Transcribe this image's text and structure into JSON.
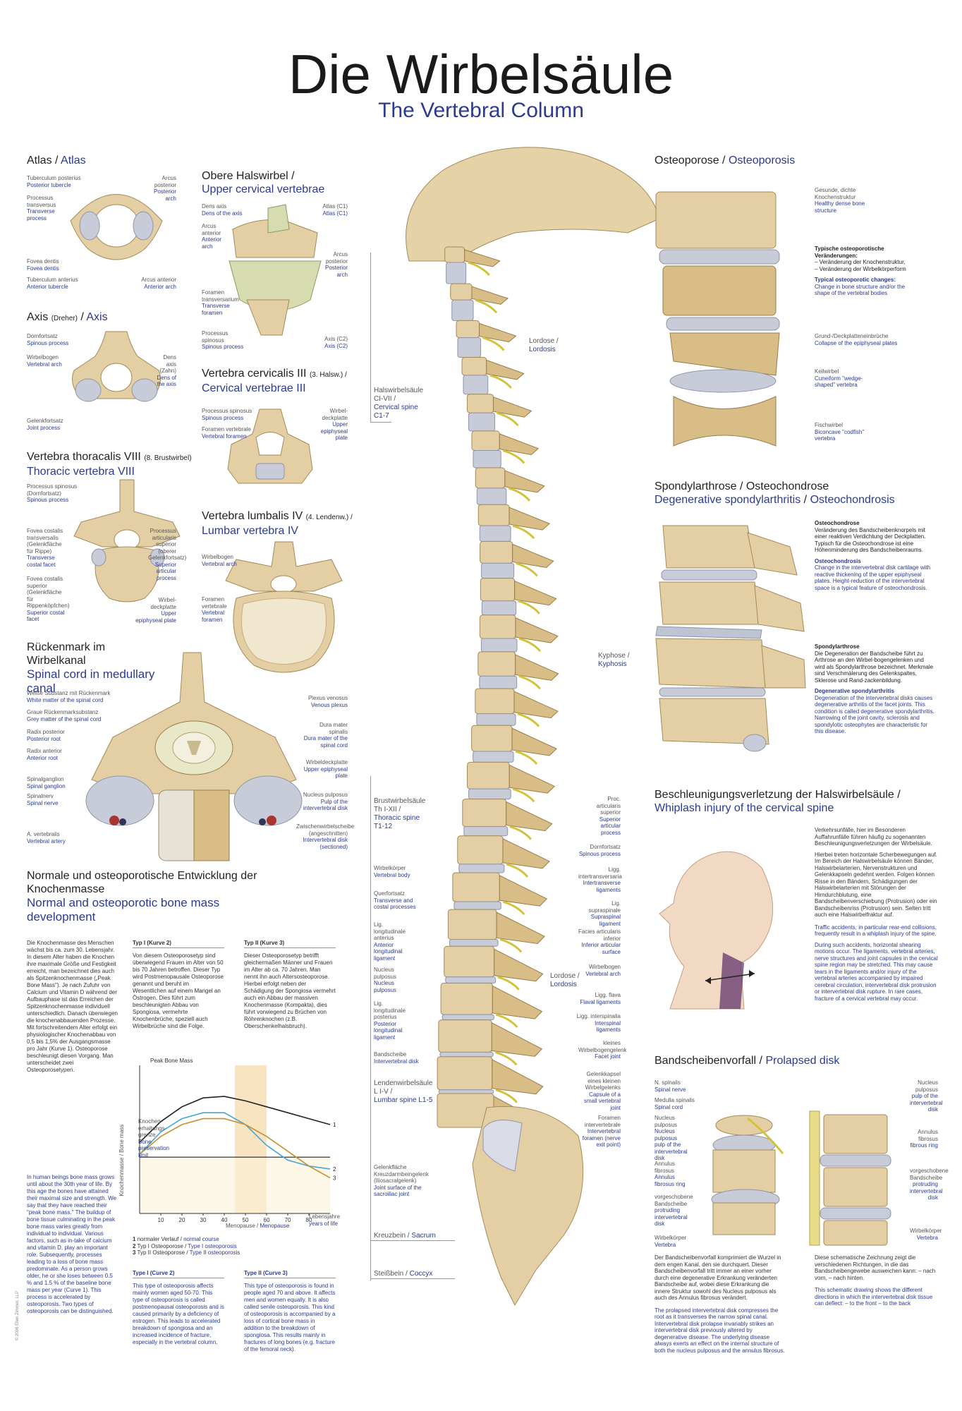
{
  "title": {
    "de": "Die Wirbelsäule",
    "en": "The Vertebral Column"
  },
  "atlas": {
    "title_de": "Atlas",
    "title_en": "Atlas",
    "labels": [
      {
        "de": "Tuberculum posterius",
        "en": "Posterior tubercle"
      },
      {
        "de": "Processus transversus",
        "en": "Transverse process"
      },
      {
        "de": "Fovea dentis",
        "en": "Fovea dentis"
      },
      {
        "de": "Tuberculum anterius",
        "en": "Anterior tubercle"
      },
      {
        "de": "Arcus posterior",
        "en": "Posterior arch"
      },
      {
        "de": "Arcus anterior",
        "en": "Anterior arch"
      }
    ]
  },
  "axis": {
    "title_de": "Axis",
    "title_note": "(Dreher)",
    "title_en": "Axis",
    "labels": [
      {
        "de": "Dornfortsatz",
        "en": "Spinous process"
      },
      {
        "de": "Wirbelbogen",
        "en": "Vertebral arch"
      },
      {
        "de": "Gelenkfortsatz",
        "en": "Joint process"
      },
      {
        "de": "Dens axis (Zahn)",
        "en": "Dens of the axis"
      }
    ]
  },
  "upper_cervical": {
    "title_de": "Obere Halswirbel /",
    "title_en": "Upper cervical vertebrae",
    "labels": [
      {
        "de": "Dens axis",
        "en": "Dens of the axis"
      },
      {
        "de": "Arcus anterior",
        "en": "Anterior arch"
      },
      {
        "de": "Foramen transversarium",
        "en": "Transverse foramen"
      },
      {
        "de": "Processus spinosus",
        "en": "Spinous process"
      },
      {
        "de": "Atlas (C1)",
        "en": "Atlas (C1)"
      },
      {
        "de": "Arcus posterior",
        "en": "Posterior arch"
      },
      {
        "de": "Axis (C2)",
        "en": "Axis (C2)"
      }
    ]
  },
  "cervical3": {
    "title_de": "Vertebra cervicalis III",
    "title_note": "(3. Halsw.) /",
    "title_en": "Cervical vertebrae III",
    "labels": [
      {
        "de": "Processus spinosus",
        "en": "Spinous process"
      },
      {
        "de": "Foramen vertebrale",
        "en": "Vertebral foramen"
      },
      {
        "de": "Wirbel-deckplatte",
        "en": "Upper epiphyseal plate"
      }
    ]
  },
  "thoracic8": {
    "title_de": "Vertebra thoracalis VIII",
    "title_note": "(8. Brustwirbel)",
    "title_en": "Thoracic vertebra VIII",
    "labels": [
      {
        "de": "Processus spinosus (Dornfortsatz)",
        "en": "Spinous process"
      },
      {
        "de": "Fovea costalis transversalis (Gelenkfläche für Rippe)",
        "en": "Transverse costal facet"
      },
      {
        "de": "Fovea costalis superior (Gelenkfläche für Rippenköpfchen)",
        "en": "Superior costal facet"
      },
      {
        "de": "Processus articularis superior (oberer Gelenkfortsatz)",
        "en": "Superior articular process"
      },
      {
        "de": "Wirbel-deckplatte",
        "en": "Upper epiphyseal plate"
      }
    ]
  },
  "lumbar4": {
    "title_de": "Vertebra lumbalis IV",
    "title_note": "(4. Lendenw.) /",
    "title_en": "Lumbar vertebra IV",
    "labels": [
      {
        "de": "Wirbelbogen",
        "en": "Vertebral arch"
      },
      {
        "de": "Foramen vertebrale",
        "en": "Vertebral foramen"
      }
    ]
  },
  "spinal_cord": {
    "title_de": "Rückenmark im Wirbelkanal",
    "title_en": "Spinal cord in medullary canal",
    "left_labels": [
      {
        "de": "Weiße Substanz mit Rückenmark",
        "en": "White matter of the spinal cord"
      },
      {
        "de": "Graue Rückenmarksubstanz",
        "en": "Grey matter of the spinal cord"
      },
      {
        "de": "Radix posterior",
        "en": "Posterior root"
      },
      {
        "de": "Radix anterior",
        "en": "Anterior root"
      },
      {
        "de": "Spinalganglion",
        "en": "Spinal ganglion"
      },
      {
        "de": "Spinalnerv",
        "en": "Spinal nerve"
      },
      {
        "de": "A. vertebralis",
        "en": "Vertebral artery"
      }
    ],
    "right_labels": [
      {
        "de": "Plexus venosus",
        "en": "Venous plexus"
      },
      {
        "de": "Dura mater spinalis",
        "en": "Dura mater of the spinal cord"
      },
      {
        "de": "Wirbeldeckplatte",
        "en": "Upper epiphyseal plate"
      },
      {
        "de": "Nucleus pulposus",
        "en": "Pulp of the intervertebral disk"
      },
      {
        "de": "Zwischenwirbelscheibe (angeschnitten)",
        "en": "Intervertebral disk (sectioned)"
      }
    ]
  },
  "bone_mass": {
    "title_de": "Normale und osteoporotische Entwicklung der Knochenmasse",
    "title_en": "Normal and osteoporotic bone mass development",
    "intro_de": "Die Knochenmasse des Menschen wächst bis ca. zum 30. Lebensjahr. In diesem Alter haben die Knochen ihre maximale Größe und Festigkeit erreicht, man bezeichnet dies auch als Spitzenknochenmasse („Peak Bone Mass\"). Je nach Zufuhr von Calcium und Vitamin D während der Aufbauphase ist das Erreichen der Spitzenknochenmasse individuell unterschiedlich. Danach überwiegen die knochenabbauenden Prozesse. Mit fortschreitendem Alter erfolgt ein physiologischer Knochenabbau von 0,5 bis 1,5% der Ausgangsmasse pro Jahr (Kurve 1). Osteoporose beschleunigt diesen Vorgang. Man unterscheidet zwei Osteoporosetypen.",
    "type1_title_de": "Typ I (Kurve 2)",
    "type1_de": "Von diesem Osteoporosetyp sind überwiegend Frauen im Alter von 50 bis 70 Jahren betroffen. Dieser Typ wird Postmenopausale Osteoporose genannt und beruht im Wesentlichen auf einem Mangel an Östrogen. Dies führt zum beschleunigten Abbau von Spongiosa, vermehrte Knochenbrüche, speziell auch Wirbelbrüche sind die Folge.",
    "type2_title_de": "Typ II (Kurve 3)",
    "type2_de": "Dieser Osteoporosetyp betrifft gleichermaßen Männer und Frauen im Alter ab ca. 70 Jahren. Man nennt ihn auch Altersosteoporose. Hierbei erfolgt neben der Schädigung der Spongiosa vermehrt auch ein Abbau der massiven Knochenmasse (Kompakta), dies führt vorwiegend zu Brüchen von Röhrenknochen (z.B. Oberschenkelhalsbruch).",
    "intro_en": "In human beings bone mass grows until about the 30th year of life. By this age the bones have attained their maximal size and strength. We say that they have reached their \"peak bone mass.\" The buildup of bone tissue culminating in the peak bone mass varies greatly from individual to individual. Various factors, such as in-take of calcium and vitamin D, play an important role. Subsequently, processes leading to a loss of bone mass predominate. As a person grows older, he or she loses between 0.5 % and 1.5 % of the baseline bone mass per year (Curve 1). This process is accelerated by osteoporosis. Two types of osteoporosis can be distinguished.",
    "type1_title_en": "Type I (Curve 2)",
    "type1_en": "This type of osteoporosis affects mainly women aged 50-70. This type of osteoporosis is called postmenopausal osteoporosis and is caused primarily by a deficiency of estrogen. This leads to accelerated breakdown of spongiosa and an increased incidence of fracture, especially in the vertebral column.",
    "type2_title_en": "Type II (Curve 3)",
    "type2_en": "This type of osteoporosis is found in people aged 70 and above. It affects men and women equally. It is also called senile osteoporosis. This kind of osteoporosis is accompanied by a loss of cortical bone mass in addition to the breakdown of spongiosa. This results mainly in fractures of long bones (e.g. fracture of the femoral neck).",
    "legend": [
      {
        "num": "1",
        "de": "normaler Verlauf /",
        "en": "normal course"
      },
      {
        "num": "2",
        "de": "Typ I Osteoporose /",
        "en": "Type I osteoporosis"
      },
      {
        "num": "3",
        "de": "Typ II Osteoporose /",
        "en": "Type II osteoporosis"
      }
    ]
  },
  "chart_data": {
    "type": "line",
    "title": "Peak Bone Mass",
    "xlabel_de": "Menopause /",
    "xlabel_en": "Menopause",
    "xlabel_right_de": "Lebensjahre",
    "xlabel_right_en": "years of life",
    "ylabel": "Knochenmasse / Bone mass",
    "threshold_label_de": "Knochen-erhaltungs-grenze",
    "threshold_label_en": "Bone preservation limit",
    "x": [
      0,
      10,
      20,
      30,
      40,
      50,
      60,
      70,
      80,
      90
    ],
    "xticks": [
      10,
      20,
      30,
      40,
      50,
      60,
      70,
      80
    ],
    "xlim": [
      0,
      90
    ],
    "ylim": [
      0,
      100
    ],
    "threshold": 38,
    "menopause_band": [
      45,
      60
    ],
    "series": [
      {
        "name": "1",
        "color": "#222222",
        "values": [
          48,
          62,
          72,
          78,
          79,
          76,
          72,
          68,
          64,
          60
        ]
      },
      {
        "name": "2",
        "color": "#40a8d8",
        "values": [
          40,
          55,
          64,
          68,
          68,
          60,
          46,
          36,
          32,
          30
        ]
      },
      {
        "name": "3",
        "color": "#c8902a",
        "values": [
          40,
          52,
          60,
          64,
          64,
          60,
          52,
          42,
          32,
          24
        ]
      }
    ]
  },
  "spine": {
    "curves": [
      {
        "de": "Lordose /",
        "en": "Lordosis"
      },
      {
        "de": "Kyphose /",
        "en": "Kyphosis"
      },
      {
        "de": "Lordose /",
        "en": "Lordosis"
      }
    ],
    "regions": [
      {
        "de": "Halswirbelsäule CI-VII /",
        "en": "Cervical spine C1-7"
      },
      {
        "de": "Brustwirbelsäule Th I-XII /",
        "en": "Thoracic spine T1-12"
      },
      {
        "de": "Lendenwirbelsäule L I-V /",
        "en": "Lumbar spine L1-5"
      },
      {
        "de": "Kreuzbein /",
        "en": "Sacrum"
      },
      {
        "de": "Steißbein /",
        "en": "Coccyx"
      }
    ],
    "left_labels": [
      {
        "de": "Wirbelkörper",
        "en": "Vertebral body"
      },
      {
        "de": "Querfortsatz",
        "en": "Transverse and costal processes"
      },
      {
        "de": "Lig. longitudinale anterius",
        "en": "Anterior longitudinal ligament"
      },
      {
        "de": "Nucleus pulposus",
        "en": "Nucleus pulposus"
      },
      {
        "de": "Lig. longitudinale posterius",
        "en": "Posterior longitudinal ligament"
      },
      {
        "de": "Bandscheibe",
        "en": "Intervertebral disk"
      },
      {
        "de": "Gelenkfläche Kreuzdarmbeingelenk (Iliosacralgelenk)",
        "en": "Joint surface of the sacroiliac joint"
      }
    ],
    "right_labels": [
      {
        "de": "Proc. articularis superior",
        "en": "Superior articular process"
      },
      {
        "de": "Dornfortsatz",
        "en": "Spinous process"
      },
      {
        "de": "Ligg. intertransversaria",
        "en": "Intertransverse ligaments"
      },
      {
        "de": "Lig. supraspinale",
        "en": "Supraspinal ligament"
      },
      {
        "de": "Facies articularis inferior",
        "en": "Inferior articular surface"
      },
      {
        "de": "Wirbelbogen",
        "en": "Vertebral arch"
      },
      {
        "de": "Ligg. flava",
        "en": "Flaval ligaments"
      },
      {
        "de": "Ligg. interspinalia",
        "en": "Interspinal ligaments"
      },
      {
        "de": "kleines Wirbelbogengelenk",
        "en": "Facet joint"
      },
      {
        "de": "Gelenkkapsel eines kleinen Wirbelgelenks",
        "en": "Capsule of a small vertebral joint"
      },
      {
        "de": "Foramen intervertebrale",
        "en": "Intervertebral foramen (nerve exit point)"
      }
    ]
  },
  "osteoporosis": {
    "title_de": "Osteoporose /",
    "title_en": "Osteoporosis",
    "labels": [
      {
        "de": "Gesunde, dichte Knochenstruktur",
        "en": "Healthy dense bone structure"
      },
      {
        "de": "Grund-/Deckplatteneinbrüche",
        "en": "Collapse of the epiphyseal plates"
      },
      {
        "de": "Keilwirbel",
        "en": "Cuneiform \"wedge-shaped\" vertebra"
      },
      {
        "de": "Fischwirbel",
        "en": "Biconcave \"codfish\" vertebra"
      }
    ],
    "changes_de_title": "Typische osteoporotische Veränderungen:",
    "changes_de": [
      "– Veränderung der Knochenstruktur,",
      "– Veränderung der Wirbelkörperform"
    ],
    "changes_en_title": "Typical osteoporotic changes:",
    "changes_en": "Change in bone structure and/or the shape of the vertebral bodies"
  },
  "spondyl": {
    "title_de": "Spondylarthrose / Osteochondrose",
    "title_en1": "Degenerative spondylarthritis",
    "title_en2": "Osteochondrosis",
    "oc_title_de": "Osteochondrose",
    "oc_de": "Veränderung des Bandscheibenknorpels mit einer reaktiven Verdichtung der Deckplatten. Typisch für die Osteochondrose ist eine Höhenminderung des Bandscheibenraums.",
    "oc_title_en": "Osteochondrosis",
    "oc_en": "Change in the intervertebral disk cartilage with reactive thickening of the upper epiphyseal plates. Height-reduction of the intervertebral space is a typical feature of osteochondrosis.",
    "sp_title_de": "Spondylarthrose",
    "sp_de": "Die Degeneration der Bandscheibe führt zu Arthrose an den Wirbel-bogengelenken und wird als Spondylarthrose bezeichnet. Merkmale sind Verschmälerung des Gelenkspaltes, Sklerose und Rand-zackenbildung.",
    "sp_title_en": "Degenerative spondylarthritis",
    "sp_en": "Degeneration of the intervertebral disks causes degenerative arthritis of the facet joints. This condition is called degenerative spondylarthritis. Narrowing of the joint cavity, sclerosis and spondylotic osteophytes are characteristic for this disease."
  },
  "whiplash": {
    "title_de": "Beschleunigungsverletzung der Halswirbelsäule /",
    "title_en": "Whiplash injury of the cervical spine",
    "p1_de": "Verkehrsunfälle, hier im Besonderen Auffahrunfälle führen häufig zu sogenannten Beschleunigungsverletzungen der Wirbelsäule.",
    "p2_de": "Hierbei treten horizontale Scherbewegungen auf. Im Bereich der Halswirbelsäule können Bänder, Halswirbelarterien, Nervenstrukturen und Gelenkkapseln gedehnt werden. Folgen können Risse in den Bändern, Schädigungen der Halswirbelarterien mit Störungen der Hirndurchblutung, eine Bandscheibenverschiebung (Protrusion) oder ein Bandscheibenriss (Protrusion) sein. Selten tritt auch eine Halswirbelfraktur auf.",
    "p1_en": "Traffic accidents, in particular rear-end collisions, frequently result in a whiplash injury of the spine.",
    "p2_en": "During such accidents, horizontal shearing motions occur. The ligaments, vertebral arteries, nerve structures and joint capsules in the cervical spine region may be stretched. This may cause tears in the ligaments and/or injury of the vertebral arteries accompanied by impaired cerebral circulation, intervertebral disk protrusion or intervertebral disk rupture. In rare cases, fracture of a cervical vertebral may occur."
  },
  "prolapse": {
    "title_de": "Bandscheibenvorfall /",
    "title_en": "Prolapsed disk",
    "left_labels": [
      {
        "de": "N. spinalis",
        "en": "Spinal nerve"
      },
      {
        "de": "Medulla spinalis",
        "en": "Spinal cord"
      },
      {
        "de": "Nucleus pulposus",
        "en": "Nucleus pulposus pulp of the intervertebral disk"
      },
      {
        "de": "Annulus fibrosus",
        "en": "Annulus fibrosus ring"
      },
      {
        "de": "vorgeschobene Bandscheibe",
        "en": "protruding intervertebral disk"
      },
      {
        "de": "Wirbelkörper",
        "en": "Vertebra"
      }
    ],
    "right_labels": [
      {
        "de": "Nucleus pulposus",
        "en": "pulp of the intervertebral disk"
      },
      {
        "de": "Annulus fibrosus",
        "en": "fibrous ring"
      },
      {
        "de": "vorgeschobene Bandscheibe",
        "en": "protruding intervertebral disk"
      },
      {
        "de": "Wirbelkörper",
        "en": "Vertebra"
      }
    ],
    "p1_de": "Der Bandscheibenvorfall komprimiert die Wurzel in dem engen Kanal, den sie durchquert. Dieser Bandscheibenvorfall tritt immer an einer vorher durch eine degenerative Erkrankung veränderten Bandscheibe auf, wobei diese Erkrankung die innere Struktur sowohl des Nucleus pulposus als auch des Annulus fibrosus verändert.",
    "p2_de": "Diese schematische Zeichnung zeigt die verschiedenen Richtungen, in die das Bandscheibengewebe ausweichen kann: – nach vorn, – nach hinten.",
    "p1_en": "The prolapsed intervertebral disk compresses the root as it transverses the narrow spinal canal. Intervertebral disk prolapse invariably strikes an intervertebral disk previously altered by degenerative disease. The underlying disease always exerts an effect on the internal structure of both the nucleus pulposus and the annulus fibrosus.",
    "p2_en": "This schematic drawing shows the different directions in which the intervertebral disk tissue can deflect: – to the front – to the back"
  },
  "copyright": "© 2006 Ellen Zimmer, LLP"
}
